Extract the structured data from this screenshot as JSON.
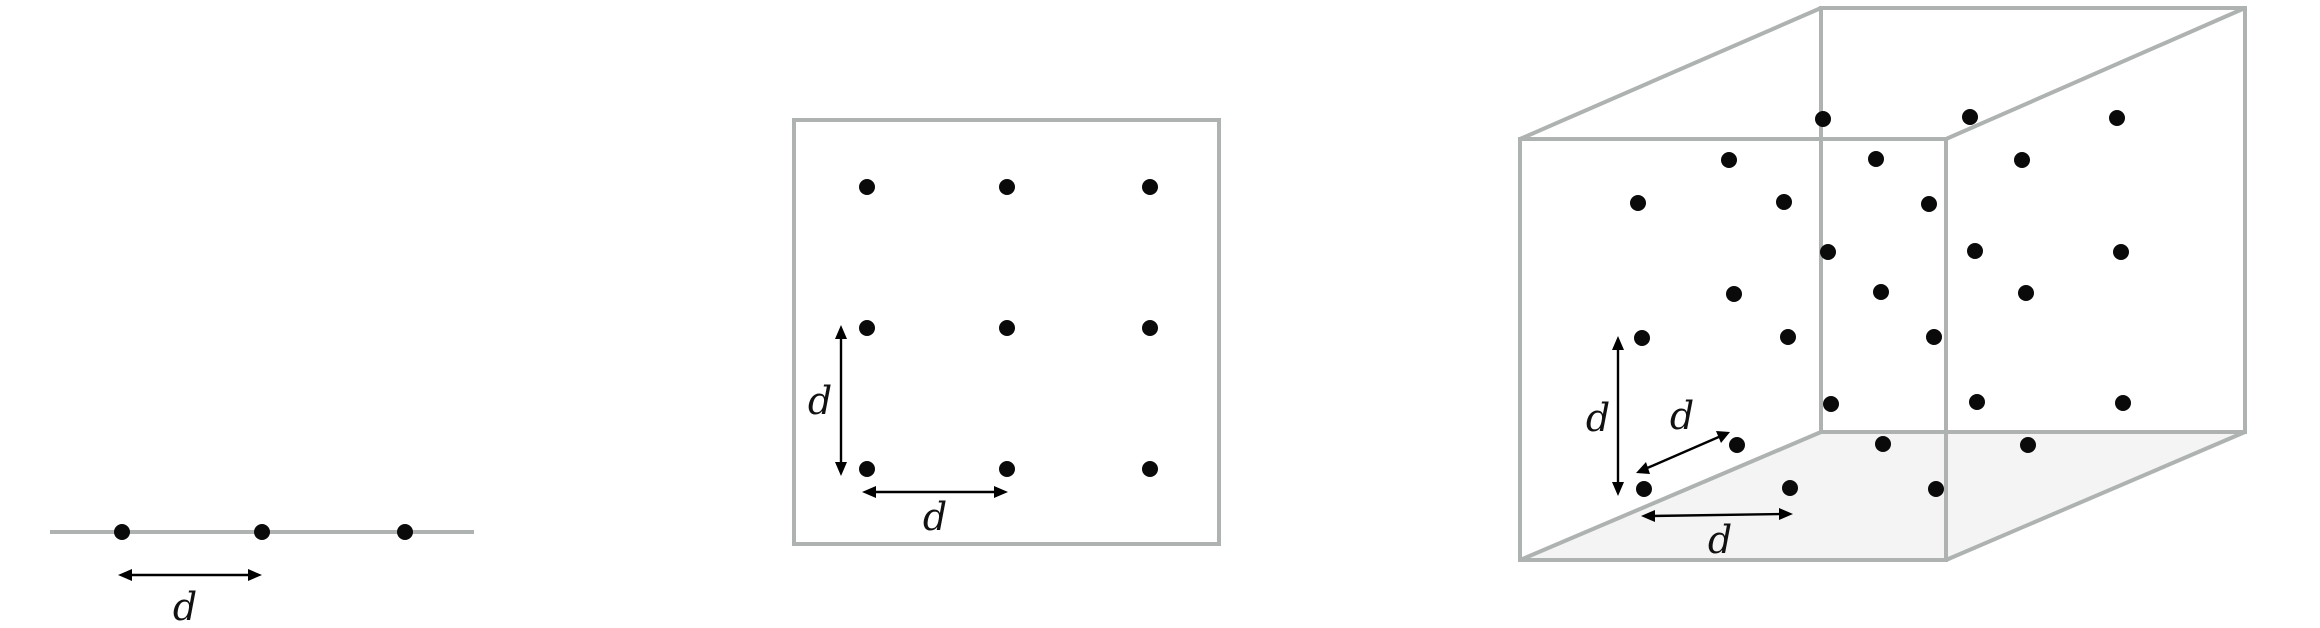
{
  "panels": [
    {
      "id": "one-d",
      "label": "d"
    },
    {
      "id": "two-d",
      "labels": [
        "d",
        "d"
      ]
    },
    {
      "id": "three-d",
      "labels": [
        "d",
        "d",
        "d"
      ]
    }
  ],
  "colors": {
    "frame": "#aeb2b0",
    "dot": "#0a0a0a",
    "arrow": "#000000",
    "floor": "#f3f4f3"
  }
}
